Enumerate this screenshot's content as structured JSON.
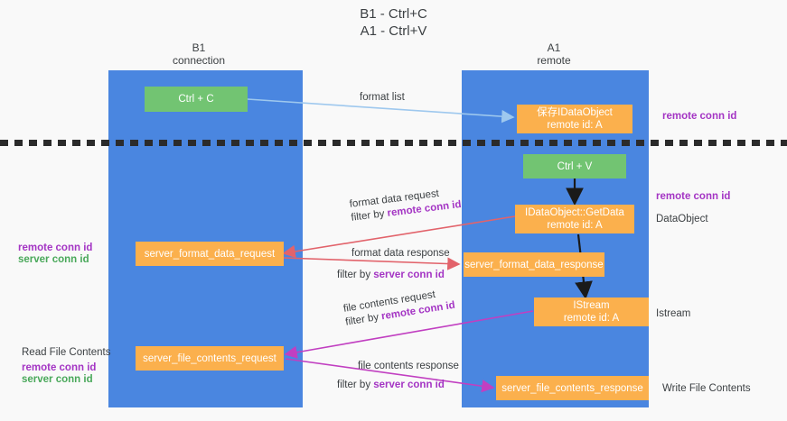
{
  "title": {
    "line1": "B1 - Ctrl+C",
    "line2": "A1 - Ctrl+V"
  },
  "columns": [
    {
      "name": "B1",
      "role": "connection"
    },
    {
      "name": "A1",
      "role": "remote"
    }
  ],
  "nodes": {
    "ctrl_c": {
      "label": "Ctrl + C"
    },
    "idataobject_saved": {
      "line1": "保存IDataObject",
      "line2": "remote id: A"
    },
    "ctrl_v": {
      "label": "Ctrl + V"
    },
    "idataobject_getdata": {
      "line1": "IDataObject::GetData",
      "line2": "remote id: A"
    },
    "server_format_data_request": {
      "label": "server_format_data_request"
    },
    "server_format_data_response": {
      "label": "server_format_data_response"
    },
    "istream": {
      "line1": "IStream",
      "line2": "remote id: A"
    },
    "server_file_contents_request": {
      "label": "server_file_contents_request"
    },
    "server_file_contents_response": {
      "label": "server_file_contents_response"
    }
  },
  "edge_labels": {
    "format_list": "format list",
    "format_data_request": {
      "line1": "format data request",
      "prefix": "filter by ",
      "key": "remote conn id"
    },
    "format_data_response": {
      "line1": "format data response",
      "prefix": "filter by ",
      "key": "server conn id"
    },
    "file_contents_request": {
      "line1": "file contents request",
      "prefix": "filter by ",
      "key": "remote conn id"
    },
    "file_contents_response": {
      "line1": "file contents response",
      "prefix": "filter by ",
      "key": "server conn id"
    }
  },
  "annotations": {
    "right_remote_conn_id_top": "remote conn id",
    "right_remote_conn_id_mid": "remote conn id",
    "right_dataobject": "DataObject",
    "right_istream": "Istream",
    "right_write_file_contents": "Write File Contents",
    "left_remote_conn_id_mid": "remote conn id",
    "left_server_conn_id_mid": "server conn id",
    "left_read_file_contents": "Read File Contents",
    "left_remote_conn_id_low": "remote conn id",
    "left_server_conn_id_low": "server conn id"
  },
  "colors": {
    "lane": "#4a86e0",
    "green_node": "#72c472",
    "orange_node": "#fbb04d",
    "purple": "#a435c4",
    "green_text": "#49a85a",
    "blue_arrow": "#9ec8ee",
    "red_arrow": "#e2636b",
    "magenta_arrow": "#c13fc1",
    "black_arrow": "#1a1a1a",
    "background": "#f9f9f9"
  }
}
